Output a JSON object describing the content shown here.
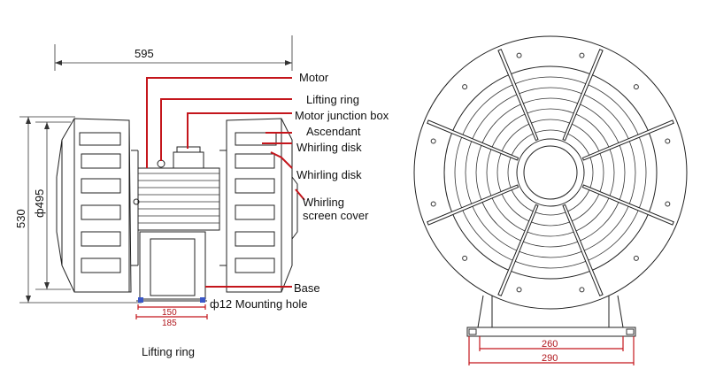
{
  "labels": {
    "motor": "Motor",
    "lifting_ring": "Lifting ring",
    "junction_box": "Motor junction box",
    "ascendant": "Ascendant",
    "whirling_disk_1": "Whirling disk",
    "whirling_disk_2": "Whirling disk",
    "screen_cover_1": "Whirling",
    "screen_cover_2": "screen cover",
    "base": "Base",
    "mounting_hole": "ф12 Mounting hole",
    "caption": "Lifting ring"
  },
  "dimensions": {
    "overall_length": "595",
    "overall_height": "530",
    "diameter": "ф495",
    "base_inner": "150",
    "base_outer": "185",
    "front_inner": "260",
    "front_outer": "290"
  },
  "colors": {
    "leader": "#c4161c",
    "line": "#222222"
  }
}
